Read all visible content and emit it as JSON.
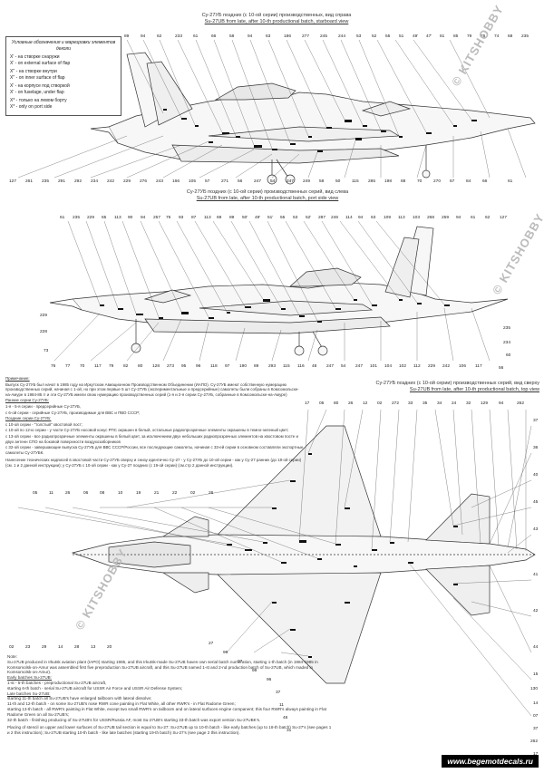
{
  "legend": {
    "heading": "Условные обозначения и маркировки элементов деколи",
    "items": [
      "X' - на створке снаружи",
      "X' - on external surface of flap",
      "X'' - на створке внутри",
      "X'' - on inner surface of flap",
      "X' - на корпусе под створкой",
      "X' - on fuselage, under flap",
      "X* - только на левом борту",
      "X* - only on port side"
    ]
  },
  "views": {
    "starboard": {
      "ru": "Су-27УБ поздних (с 10-ой серии) производственных, вид справа",
      "en": "Su-27UB from late, after 10-th productional batch, starboard view",
      "top_numbers": [
        "89",
        "94",
        "62",
        "233",
        "61",
        "66",
        "58",
        "94",
        "63",
        "186",
        "277",
        "245",
        "244",
        "53",
        "52",
        "55",
        "51",
        "49'",
        "47'",
        "81",
        "85",
        "79",
        "76",
        "74",
        "68",
        "235"
      ],
      "bottom_numbers": [
        "127",
        "261",
        "235",
        "291",
        "292",
        "234",
        "242",
        "229",
        "276",
        "243",
        "166",
        "105",
        "57",
        "271",
        "56",
        "247",
        "54",
        "247",
        "249",
        "58",
        "50",
        "115",
        "285",
        "198",
        "88",
        "70",
        "270",
        "67",
        "84",
        "66",
        "61"
      ]
    },
    "port": {
      "ru": "Су-27УБ поздних (с 10-ой серии) производственных серий, вид слева",
      "en": "Su-27UB from late, after 10-th productional batch, port side view",
      "top_numbers": [
        "61",
        "235",
        "229",
        "65",
        "113",
        "90",
        "94",
        "257",
        "75",
        "93",
        "87",
        "113",
        "69",
        "89",
        "50'",
        "49'",
        "51'",
        "55",
        "53",
        "52'",
        "287",
        "246",
        "114",
        "94",
        "63",
        "109",
        "113",
        "103",
        "268",
        "259",
        "94",
        "61",
        "62",
        "127"
      ],
      "left_numbers": [
        "229",
        "228",
        "73"
      ],
      "right_numbers": [
        "235",
        "234",
        "60",
        "56"
      ],
      "bottom_numbers": [
        "76",
        "77",
        "70",
        "117",
        "79",
        "82",
        "80",
        "128",
        "273",
        "95",
        "96",
        "118",
        "97",
        "190",
        "89",
        "293",
        "115",
        "116",
        "48",
        "247",
        "54",
        "247",
        "101",
        "104",
        "102",
        "112",
        "229",
        "242",
        "106",
        "117"
      ]
    },
    "top": {
      "ru": "Су-27УБ поздних (с 10-ой серии) производственных серий, вид сверху",
      "en": "Su-27UB from late, after 10-th productional batch, top view",
      "top_numbers": [
        "17",
        "05",
        "80",
        "26",
        "12",
        "02",
        "272",
        "33",
        "35",
        "34",
        "24",
        "32",
        "129",
        "94",
        "262"
      ],
      "left_numbers": [
        "05",
        "11",
        "26",
        "06",
        "08",
        "10",
        "19",
        "21",
        "22",
        "02",
        "26"
      ],
      "right_numbers": [
        "37",
        "36",
        "40",
        "45",
        "43",
        "41",
        "42",
        "44"
      ],
      "bottom_numbers": [
        "02",
        "23",
        "29",
        "14",
        "28",
        "13",
        "20",
        "27",
        "96",
        "07",
        "99",
        "96",
        "37",
        "11",
        "46",
        "31",
        "15",
        "130",
        "14",
        "07",
        "37",
        "262",
        "17"
      ]
    }
  },
  "notes_ru": [
    "Примечание:",
    "Выпуск Су-27УБ был начат в 1985 году на Иркутском Авиационном Производственном Объединении (ИАПО). Су-27УБ имеют собственную нумерацию производственных серий, начиная с 1-ой, но при этом первые 5 шт Су-27УБ (экспериментальные и предсерийные) самолеты были собраны в Комсомольске-на-Амуре в 1984-85 гг и эти Су-27УБ имели свою нумерацию производственных серий (1-я и 2-я серии Су-27УБ, собранные в Комсомольске-на-Амуре)",
    "Ранние серии Су-27УБ:",
    "1-я - 5-я серии - предсерийные Су-27УБ,",
    "с 6-ой серии - серийные Су-27УБ, производимые для ВВС и ПВО СССР;",
    "Поздние серии Су-27УБ:",
    "с 10-ой серии - \"толстый\" хвостовой пост;",
    "с 10-ой по 12-ю серии - у части Су-27УБ носовой конус РПС окрашен в белый, остальные радиопрозрачные элементы окрашены в темно-зеленый цвет;",
    "с 13-ой серии - все радиопрозрачные элементы окрашены в белый цвет, за исключением двух небольших радиопрозрачных элементов на хвостовом посте и двух антенн СПО на боковой поверхности воздухозаборников",
    "с 32-ой серии - завершающие выпуска Су-27УБ для ВВС СССР/России, все последующие самолеты, начиная с 33-ей серии в основном составляли экспортные самолеты Су-27УБК.",
    "Нанесение технических надписей в хвостовой части Су-27УБ сверху и снизу идентично Су-27 - у Су-27УБ до 10-ой серии - как у Су-27 ранних (до 18-ой серии) (см. 1 и 2 данной инструкции); у Су-27УБ с 10-ой серии - как у Су-27 поздних (с 19-ой серии) (см.стр 2 данной инструкции)."
  ],
  "notes_en": [
    "Note:",
    "Su-27UB produced in Irkutsk aviation plant (IAPO) starting 1985, and this Irkutsk-made Su-27UB haves own serial batch numeration, starting 1-th batch (in 1984-1985 in Komsomolsk-on-Amur was assembled first five preproduction Su-27UB aircraft, and this Su-27UB named 1-st and 2-nd production batch of Su-27UB, which maded in Komsomolsk-on-Amur).",
    "Early batches Su-27UB:",
    "1-st - 5-th batches - preproductional Su-27UB aircraft,",
    "starting 6-th batch - serial Su-27UB aircraft for USSR Air Force and USSR Air Defense System;",
    "Late batches Su-27UB:",
    "starting 11-th batch all Su-27UB's have enlarged tailboom with lateral dissolve;",
    "11-th and 12-th batch - on some Su-27UB's nose RWR cone painting in Flat White, all other RWR's - in Flat Radome Green;",
    "starting 13-th batch - all RWR's painting in Flat White, except two small RWR's on tailboom and on lateral surfaces engine companent; this four RWR's always painting in Flat Radome Green on all Su-27UB's;",
    "32-th batch - finishing producing of Su-27UB's for USSR/Russia AF, most Su-27UB's starting 33-th batch was export version Su-27UBK's.",
    "Placing of stencil on upper and lower surfaces of Su-27UB tail section is equal to Su-27: Su-27UB up to 10-th batch - like early batches (up to 18-th batch) Su-27's (see pages 1 и 2 this instruction); Su-27UB starting 10-th batch - like late batches (starting 19-th batch) Su-27's (see page 2 this instruction)."
  ],
  "watermark": "© KITSHOBBY",
  "site": "www.begemotdecals.ru",
  "colors": {
    "line": "#333333",
    "fill": "#f7f7f7",
    "decal": "#111111"
  }
}
